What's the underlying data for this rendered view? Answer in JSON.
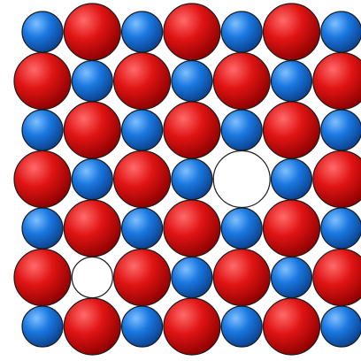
{
  "colors": {
    "large_ion": "#e01010",
    "small_ion": "#1a78e0",
    "vacancy": "#ffffff",
    "outline": "#1a1a1a"
  },
  "lattice": {
    "columns": 7,
    "rows": 7,
    "vacancies": [
      {
        "row": 3,
        "col": 4,
        "species": "large"
      },
      {
        "row": 5,
        "col": 1,
        "species": "small"
      }
    ]
  }
}
